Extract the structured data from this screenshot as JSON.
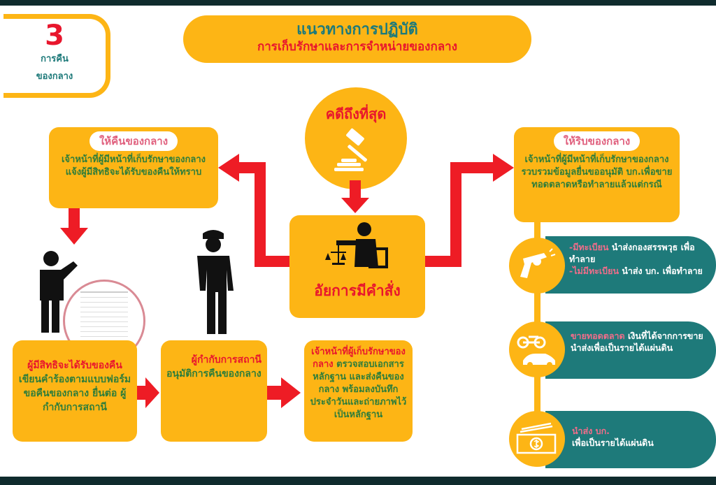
{
  "badge": {
    "number": "3",
    "line1": "การคืน",
    "line2": "ของกลาง"
  },
  "title": {
    "line1": "แนวทางการปฏิบัติ",
    "line2": "การเก็บรักษาและการจำหน่ายของกลาง"
  },
  "final_case": {
    "label": "คดีถึงที่สุด",
    "icon": "gavel-icon"
  },
  "prosecutor": {
    "label": "อัยการมีคำสั่ง",
    "icon": "prosecutor-icon"
  },
  "return_box": {
    "heading": "ให้คืนของกลาง",
    "text": "เจ้าหน้าที่ผู้มีหน้าที่เก็บรักษาของกลางแจ้งผู้มีสิทธิจะได้รับของคืนให้ทราบ"
  },
  "seize_box": {
    "heading": "ให้ริบของกลาง",
    "text": "เจ้าหน้าที่ผู้มีหน้าที่เก็บรักษาของกลางรวบรวมข้อมูลยื่นขออนุมัติ บก.เพื่อขายทอดตลาดหรือทำลายแล้วแต่กรณี"
  },
  "steps": [
    {
      "highlight": "ผู้มีสิทธิจะได้รับของคืน",
      "text": " เขียนคำร้องตามแบบฟอร์มขอคืนของกลาง ยื่นต่อ ผู้กำกับการสถานี"
    },
    {
      "highlight": "ผู้กำกับการสถานี",
      "text": "อนุมัติการคืนของกลาง"
    },
    {
      "highlight": "เจ้าหน้าที่ผู้เก็บรักษาของกลาง",
      "text": " ตรวจสอบเอกสารหลักฐาน และส่งคืนของกลาง พร้อมลงบันทึกประจำวันและถ่ายภาพไว้เป็นหลักฐาน"
    }
  ],
  "outcomes": [
    {
      "icon": "gun-icon",
      "h1": "-มีทะเบียน",
      "t1": " นำส่งกองสรรพวุธ เพื่อทำลาย",
      "h2": "-ไม่มีทะเบียน",
      "t2": " นำส่ง บก. เพื่อทำลาย"
    },
    {
      "icon": "vehicle-icon",
      "h1": "ขายทอดตลาด",
      "t1": " เงินที่ได้จากการขาย นำส่งเพื่อเป็นรายได้แผ่นดิน"
    },
    {
      "icon": "money-icon",
      "h1": "นำส่ง บก.",
      "t1": "เพื่อเป็นรายได้แผ่นดิน"
    }
  ],
  "colors": {
    "orange": "#fdb515",
    "teal": "#1e7a7a",
    "red": "#e8162d",
    "green": "#2f7d3a"
  }
}
